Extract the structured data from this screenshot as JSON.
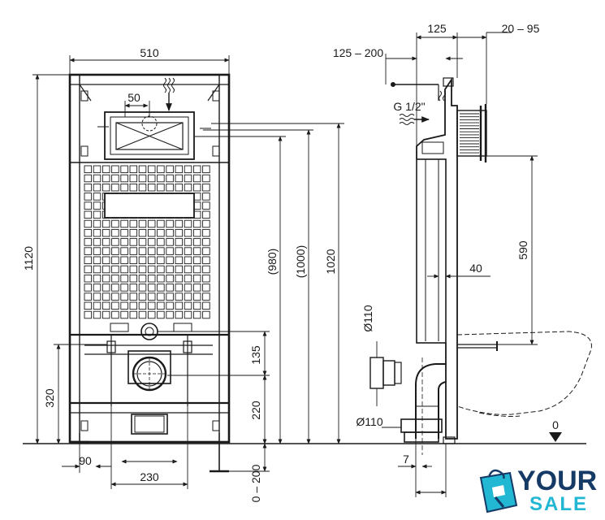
{
  "front_view": {
    "width_label": "510",
    "button_offset_label": "50",
    "height_total_label": "1120",
    "height_980_label": "(980)",
    "height_1000_label": "(1000)",
    "height_1020_label": "1020",
    "drain_height_label": "320",
    "drain_135_label": "135",
    "drain_220_label": "220",
    "feet_adjust_label": "0 – 200",
    "foot_offset_label": "90",
    "bolt_spacing_label": "230"
  },
  "side_view": {
    "top_125_label": "125",
    "top_range_label": "20 – 95",
    "offset_range_label": "125 – 200",
    "thread_label": "G 1/2\"",
    "depth_label": "590",
    "stud_label": "40",
    "pipe_diameter_upper_label": "Ø110",
    "pipe_diameter_lower_label": "Ø110",
    "floor_label": "0",
    "bottom_offset_label": "7"
  },
  "logo": {
    "word1": "YOUR",
    "word2": "SALE",
    "colors": {
      "dark": "#163a66",
      "accent": "#22b7d2"
    }
  },
  "colors": {
    "line": "#1a1a1a",
    "background": "#ffffff"
  }
}
